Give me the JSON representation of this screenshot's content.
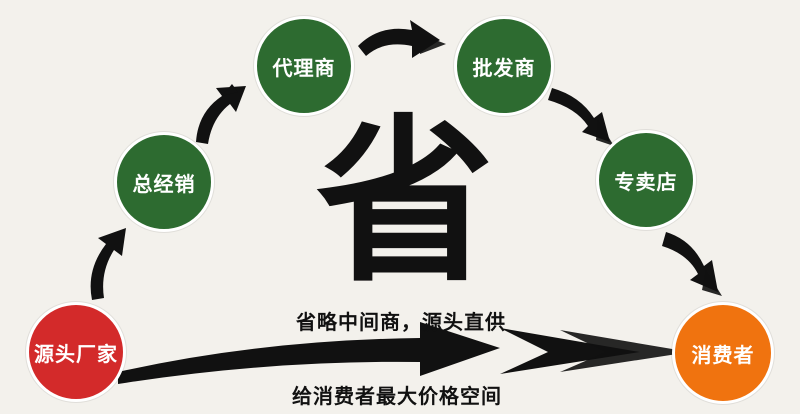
{
  "diagram": {
    "nodes": {
      "source_factory": {
        "label": "源头厂家"
      },
      "general_distributor": {
        "label": "总经销"
      },
      "agent": {
        "label": "代理商"
      },
      "wholesaler": {
        "label": "批发商"
      },
      "specialty_store": {
        "label": "专卖店"
      },
      "consumer": {
        "label": "消费者"
      }
    },
    "center_char": "省",
    "caption_top": "省略中间商，源头直供",
    "caption_bottom": "给消费者最大价格空间"
  },
  "colors": {
    "background": "#f3f1ec",
    "green_node": "#2d6b30",
    "red_node": "#d32a2a",
    "orange_node": "#f0730f",
    "arrow": "#111111"
  }
}
